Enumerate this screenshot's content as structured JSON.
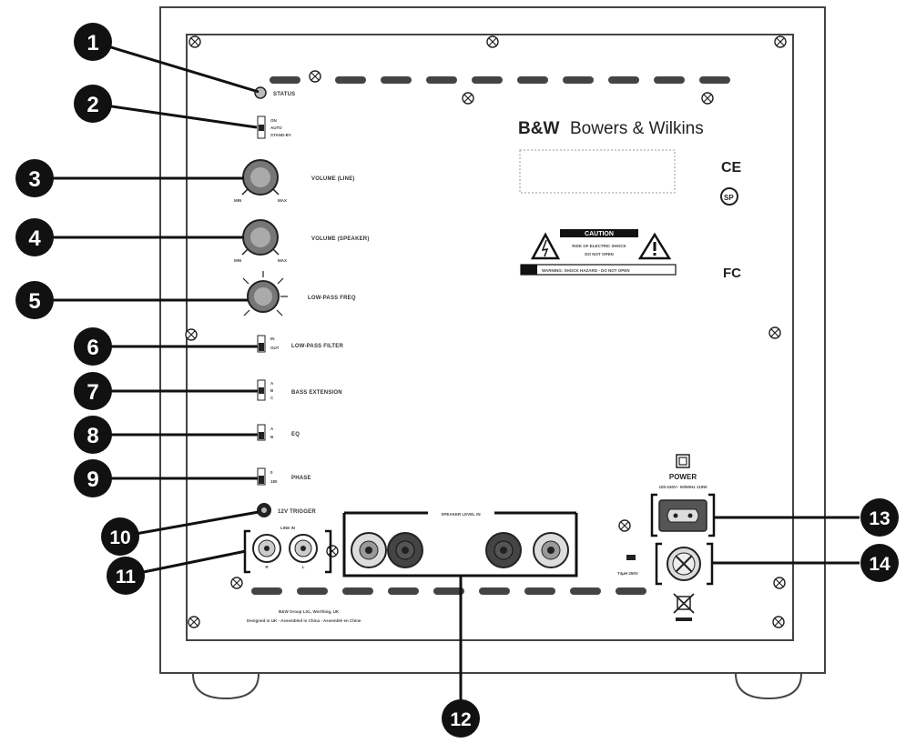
{
  "brand": {
    "logo_short": "B&W",
    "logo_long": "Bowers & Wilkins"
  },
  "panel_labels": {
    "status": "STATUS",
    "power_mode": [
      "ON",
      "AUTO",
      "STAND-BY"
    ],
    "volume_line": "VOLUME (LINE)",
    "volume_speaker": "VOLUME (SPEAKER)",
    "min": "MIN",
    "max": "MAX",
    "low_pass_freq": "LOW-PASS FREQ",
    "low_pass_filter": "LOW-PASS FILTER",
    "low_pass_filter_opts": [
      "IN",
      "OUT"
    ],
    "bass_extension": "BASS EXTENSION",
    "bass_extension_opts": [
      "A",
      "B",
      "C"
    ],
    "eq": "EQ",
    "eq_opts": [
      "A",
      "B"
    ],
    "phase": "PHASE",
    "phase_opts": [
      "0",
      "180"
    ],
    "trigger": "12V TRIGGER",
    "line_in": "LINE IN",
    "line_in_channels": [
      "R",
      "L"
    ],
    "speaker_level_in": "SPEAKER LEVEL IN",
    "power": "POWER",
    "power_rating": "100-240V~ 50/60Hz 115W",
    "fuse": "T4µH 250V",
    "caution_title": "CAUTION",
    "caution_line1": "RISK OF ELECTRIC SHOCK",
    "caution_line2": "DO NOT OPEN",
    "warning_text": "WARNING: SHOCK HAZARD - DO NOT OPEN",
    "ce_mark": "CE",
    "fcc_mark": "FC",
    "footer_line1": "B&W Group Ltd., Worthing, UK",
    "footer_line2": "Designed in UK - Assembled in China - Assemblé en Chine"
  },
  "callouts": [
    "1",
    "2",
    "3",
    "4",
    "5",
    "6",
    "7",
    "8",
    "9",
    "10",
    "11",
    "12",
    "13",
    "14"
  ],
  "colors": {
    "callout": "#111111",
    "panel_stroke": "#333333",
    "jack_red": "#444444",
    "jack_light": "#cfcfcf"
  }
}
